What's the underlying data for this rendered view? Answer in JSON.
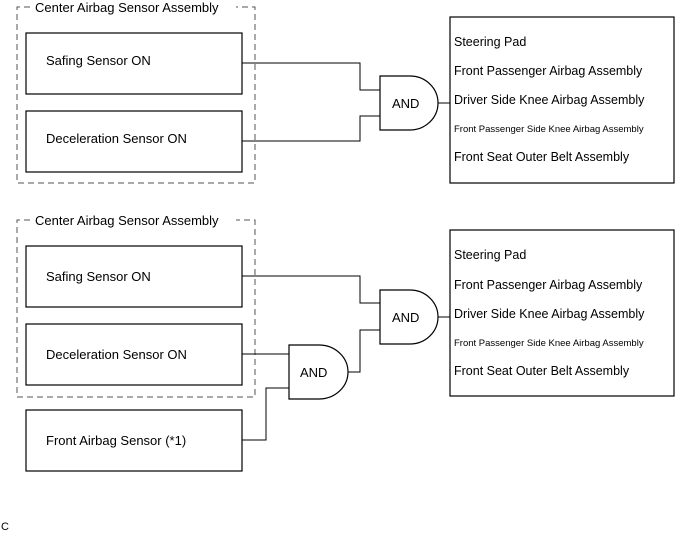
{
  "top": {
    "group_label": "Center Airbag Sensor Assembly",
    "sensor_1": "Safing Sensor ON",
    "sensor_2": "Deceleration Sensor ON",
    "gate_label": "AND",
    "outputs": [
      "Steering Pad",
      "Front Passenger Airbag Assembly",
      "Driver Side Knee Airbag Assembly",
      "Front Passenger Side Knee Airbag Assembly",
      "Front Seat Outer Belt Assembly"
    ]
  },
  "bottom": {
    "group_label": "Center Airbag Sensor Assembly",
    "sensor_1": "Safing Sensor ON",
    "sensor_2": "Deceleration Sensor ON",
    "sensor_3": "Front Airbag Sensor (*1)",
    "gate_1_label": "AND",
    "gate_2_label": "AND",
    "outputs": [
      "Steering Pad",
      "Front Passenger Airbag Assembly",
      "Driver Side Knee Airbag Assembly",
      "Front Passenger Side Knee Airbag Assembly",
      "Front Seat Outer Belt Assembly"
    ]
  },
  "footer_label": "C"
}
